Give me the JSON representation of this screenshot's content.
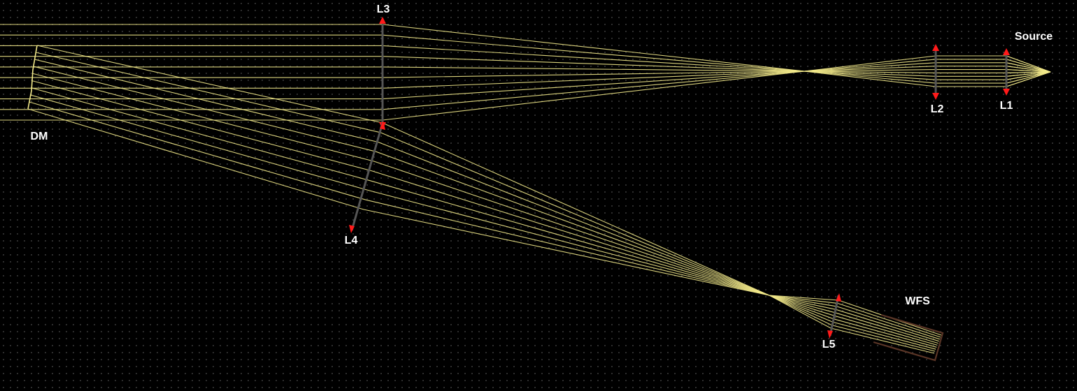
{
  "colors": {
    "background": "#000000",
    "grid_dot": "#3a3a3a",
    "ray": "#f2e98a",
    "lens_body": "#555555",
    "lens_arrow": "#ff1a1a",
    "wfs_outline": "#5a3526",
    "label": "#ffffff"
  },
  "components": {
    "source": {
      "label": "Source",
      "type": "point-source"
    },
    "l1": {
      "label": "L1",
      "type": "lens"
    },
    "l2": {
      "label": "L2",
      "type": "lens"
    },
    "l3": {
      "label": "L3",
      "type": "lens"
    },
    "dm": {
      "label": "DM",
      "type": "deformable-mirror"
    },
    "l4": {
      "label": "L4",
      "type": "lens"
    },
    "l5": {
      "label": "L5",
      "type": "lens"
    },
    "wfs": {
      "label": "WFS",
      "type": "wavefront-sensor"
    }
  }
}
